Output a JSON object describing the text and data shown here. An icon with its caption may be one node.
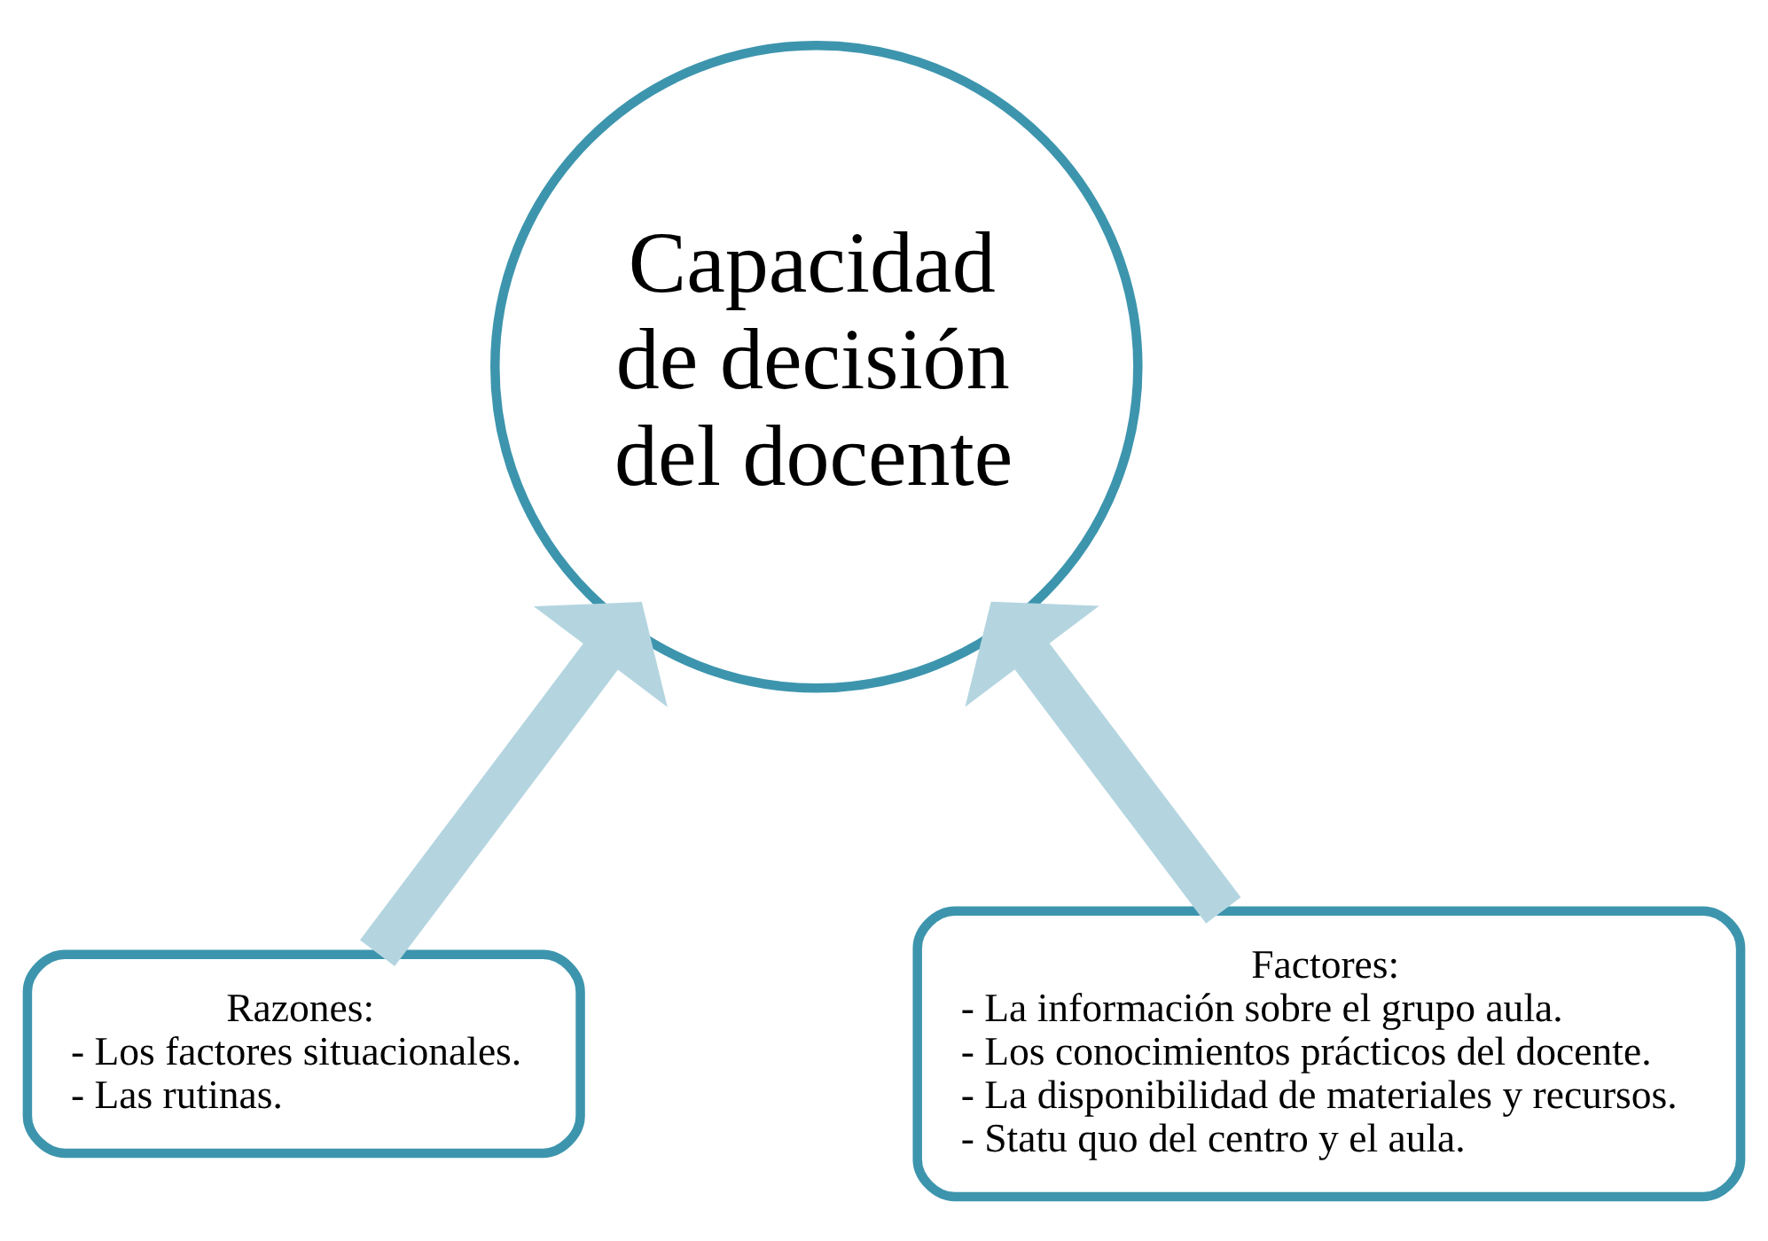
{
  "diagram": {
    "nodes": [
      {
        "text": [
          "Capacidad de decisión del docente"
        ]
      },
      {
        "text": [
          "Razones:",
          "- Los factores situacionales.",
          "- Las rutinas."
        ]
      },
      {
        "text": [
          "Factores:",
          "- La información sobre el grupo aula.",
          "- Los conocimientos prácticos del docente.",
          "- La disponibilidad de materiales y recursos.",
          "- Statu quo del centro y el aula."
        ]
      }
    ],
    "edges": [
      {
        "from": 1,
        "to": 0,
        "arrow": "to"
      },
      {
        "from": 2,
        "to": 0,
        "arrow": "to"
      }
    ]
  }
}
